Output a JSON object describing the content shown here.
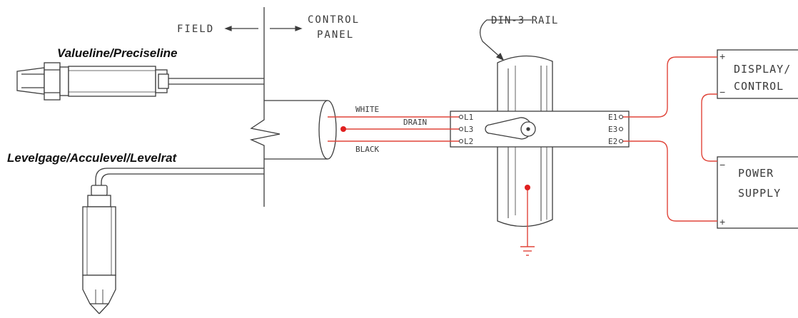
{
  "labels": {
    "field": "FIELD",
    "control_panel_line1": "CONTROL",
    "control_panel_line2": "PANEL",
    "din_rail": "DIN-3 RAIL",
    "sensor_top": "Valueline/Preciseline",
    "sensor_bottom": "Levelgage/Acculevel/Levelrat",
    "wire_white": "WHITE",
    "wire_drain": "DRAIN",
    "wire_black": "BLACK",
    "term_l1": "L1",
    "term_l3": "L3",
    "term_l2": "L2",
    "term_e1": "E1",
    "term_e3": "E3",
    "term_e2": "E2",
    "display_line1": "DISPLAY/",
    "display_line2": "CONTROL",
    "power_line1": "POWER",
    "power_line2": "SUPPLY",
    "plus": "+",
    "minus": "−"
  },
  "colors": {
    "line": "#3c3c3c",
    "wire": "#e0453a",
    "dot": "#e01f1f",
    "text": "#3a3a3a"
  }
}
